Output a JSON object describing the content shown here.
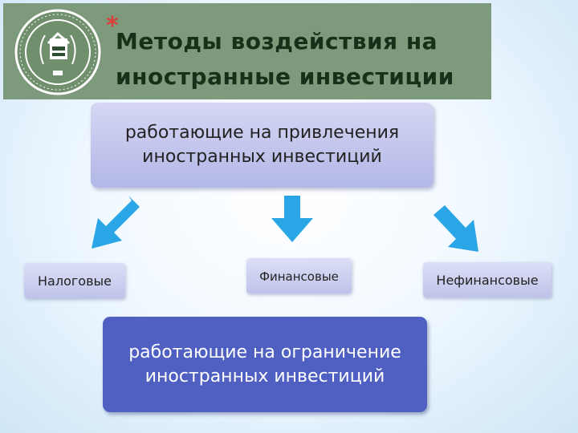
{
  "header": {
    "asterisk": "*",
    "title_line1": "Методы воздействия на",
    "title_line2": "иностранные инвестиции"
  },
  "diagram": {
    "top_box": {
      "line1": "работающие на привлечения",
      "line2": "иностранных инвестиций"
    },
    "categories": [
      {
        "label": "Налоговые"
      },
      {
        "label": "Финансовые"
      },
      {
        "label": "Нефинансовые"
      }
    ],
    "bottom_box": {
      "line1": "работающие на ограничение",
      "line2": "иностранных инвестиций"
    }
  },
  "colors": {
    "header_bg": "#7e9a7c",
    "arrow": "#2aa6e6",
    "bottom_box": "#4f5fc2",
    "asterisk": "#d8403a"
  },
  "icons": {
    "seal": "university-seal-icon",
    "arrow": "arrow-down-icon"
  }
}
